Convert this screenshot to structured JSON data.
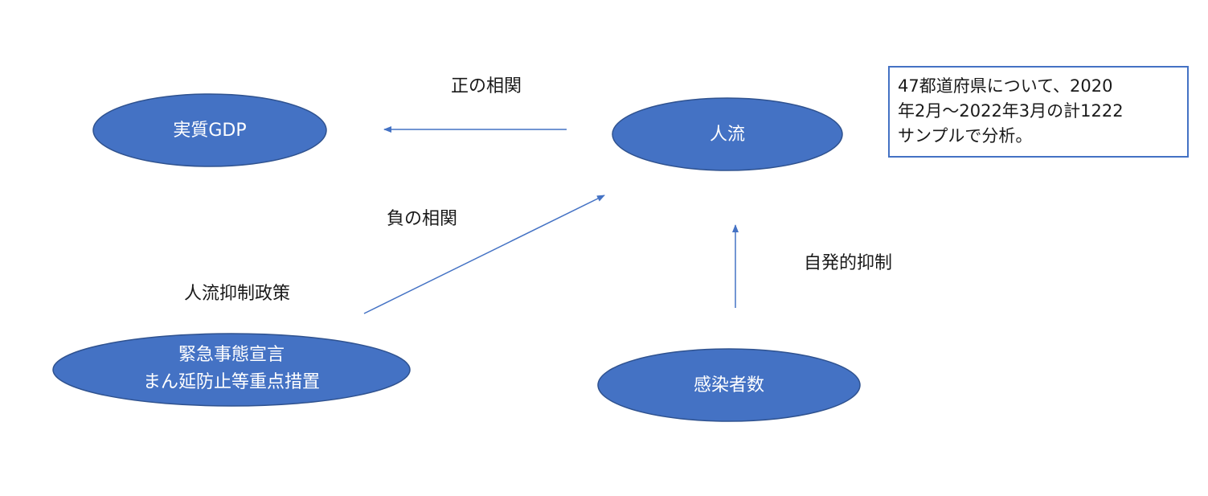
{
  "colors": {
    "node_fill": "#4472C4",
    "node_border": "#2F528F",
    "arrow": "#4472C4"
  },
  "nodes": {
    "gdp": "実質GDP",
    "flow": "人流",
    "policy_line1": "緊急事態宣言",
    "policy_line2": "まん延防止等重点措置",
    "infections": "感染者数"
  },
  "labels": {
    "positive": "正の相関",
    "negative": "負の相関",
    "policy": "人流抑制政策",
    "voluntary": "自発的抑制"
  },
  "note": {
    "lines": [
      "47都道府県について、2020",
      "年2月～2022年3月の計1222",
      "サンプルで分析。"
    ]
  }
}
